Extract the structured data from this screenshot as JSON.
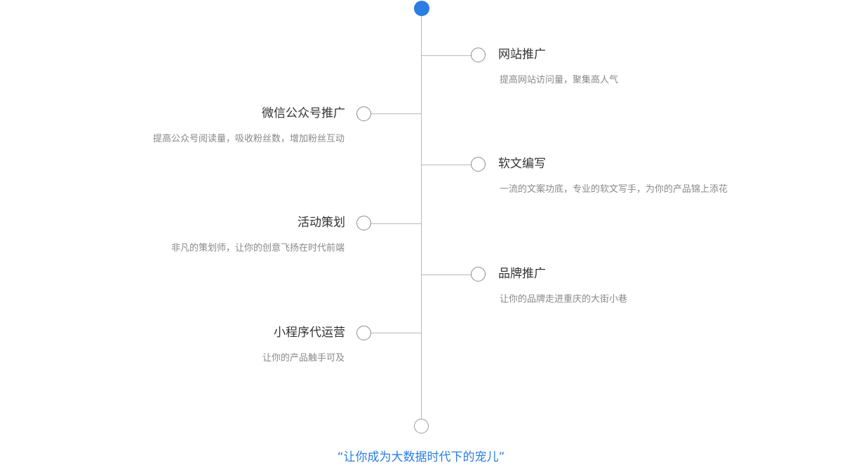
{
  "items": [
    {
      "title": "网站推广",
      "desc": "提高网站访问量，聚集高人气"
    },
    {
      "title": "微信公众号推广",
      "desc": "提高公众号阅读量，吸收粉丝数，增加粉丝互动"
    },
    {
      "title": "软文编写",
      "desc": "一流的文案功底，专业的软文写手，为你的产品锦上添花"
    },
    {
      "title": "活动策划",
      "desc": "非凡的策划师，让你的创意飞扬在时代前端"
    },
    {
      "title": "品牌推广",
      "desc": "让你的品牌走进重庆的大街小巷"
    },
    {
      "title": "小程序代运营",
      "desc": "让你的产品触手可及"
    }
  ],
  "slogan": "“让你成为大数据时代下的宠儿”",
  "colors": {
    "accent": "#2a7de1",
    "line": "#b8b8b8",
    "title": "#333333",
    "desc": "#888888"
  }
}
